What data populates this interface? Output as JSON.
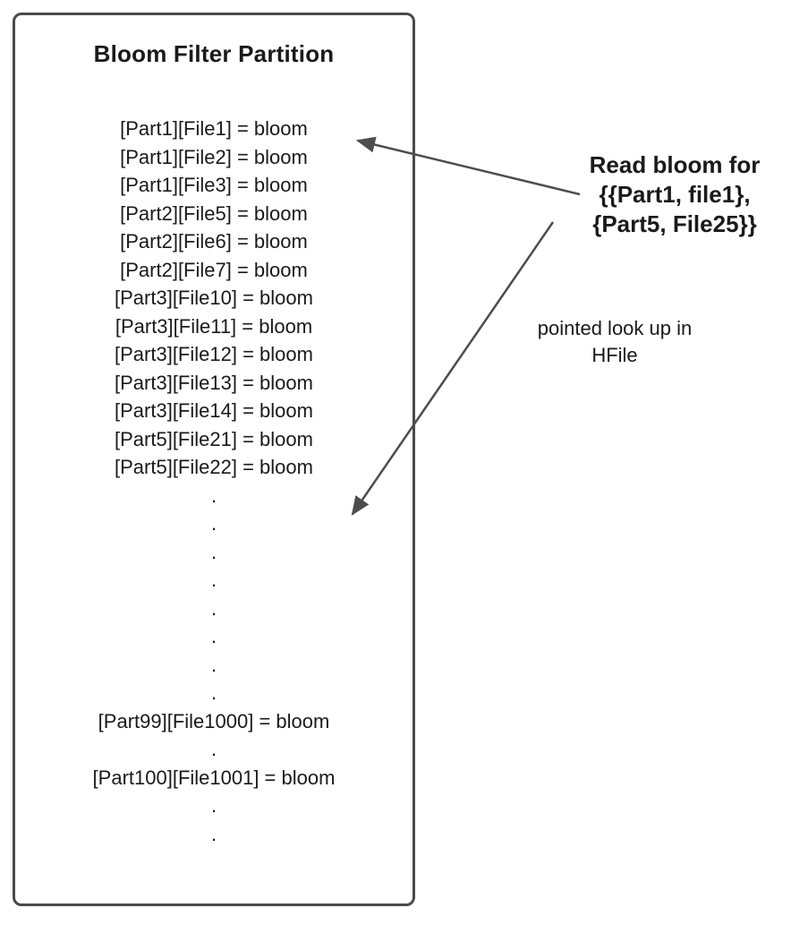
{
  "box": {
    "title": "Bloom Filter Partition",
    "lines": [
      "[Part1][File1] = bloom",
      "[Part1][File2] = bloom",
      "[Part1][File3] = bloom",
      "[Part2][File5] = bloom",
      "[Part2][File6] = bloom",
      "[Part2][File7] = bloom",
      "[Part3][File10] = bloom",
      "[Part3][File11] = bloom",
      "[Part3][File12] = bloom",
      "[Part3][File13] = bloom",
      "[Part3][File14] = bloom",
      "[Part5][File21] = bloom",
      "[Part5][File22] = bloom",
      ".",
      ".",
      ".",
      ".",
      ".",
      ".",
      ".",
      ".",
      "[Part99][File1000] = bloom",
      ".",
      "[Part100][File1001] = bloom",
      ".",
      "."
    ]
  },
  "annotations": {
    "read_bloom": {
      "lines": [
        "Read bloom for",
        "{{Part1, file1},",
        "{Part5, File25}}"
      ]
    },
    "pointed_lookup": {
      "lines": [
        "pointed look up in",
        "HFile"
      ]
    }
  },
  "colors": {
    "border": "#4a4a4a",
    "arrow": "#4d4d4d",
    "text": "#1a1a1a"
  }
}
